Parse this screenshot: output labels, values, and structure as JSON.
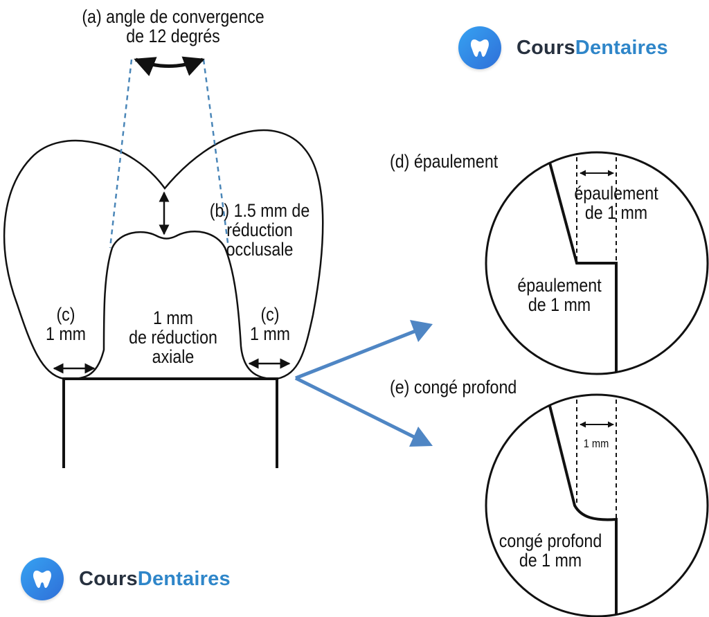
{
  "labels": {
    "a_line1": "(a) angle de convergence",
    "a_line2": "de 12 degrés",
    "b_line1": "(b) 1.5 mm de",
    "b_line2": "réduction",
    "b_line3": "occlusale",
    "c_left_line1": "(c)",
    "c_left_line2": "1 mm",
    "c_right_line1": "(c)",
    "c_right_line2": "1 mm",
    "axial_line1": "1 mm",
    "axial_line2": "de réduction",
    "axial_line3": "axiale",
    "d_title": "(d) épaulement",
    "d_top_line1": "épaulement",
    "d_top_line2": "de 1 mm",
    "d_bottom_line1": "épaulement",
    "d_bottom_line2": "de 1 mm",
    "e_title": "(e) congé profond",
    "e_top": "1 mm",
    "e_bottom_line1": "congé profond",
    "e_bottom_line2": "de 1 mm"
  },
  "logo": {
    "part1": "Cours",
    "part2": "Dentaires"
  },
  "colors": {
    "ink": "#111111",
    "dashed_blue": "#4a86b8",
    "arrow_blue": "#4f86c4",
    "logo_blue": "#2f86c9",
    "logo_dark": "#27313f"
  }
}
